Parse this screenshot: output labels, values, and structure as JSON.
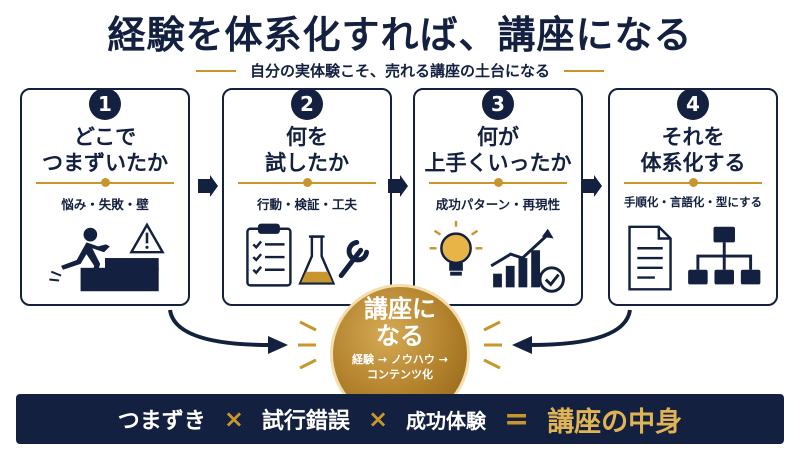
{
  "title": "経験を体系化すれば、講座になる",
  "subtitle": "自分の実体験こそ、売れる講座の土台になる",
  "steps": [
    {
      "number": "1",
      "heading_line1": "どこで",
      "heading_line2": "つまずいたか",
      "description": "悩み・失敗・壁"
    },
    {
      "number": "2",
      "heading_line1": "何を",
      "heading_line2": "試したか",
      "description": "行動・検証・工夫"
    },
    {
      "number": "3",
      "heading_line1": "何が",
      "heading_line2": "上手くいったか",
      "description": "成功パターン・再現性"
    },
    {
      "number": "4",
      "heading_line1": "それを",
      "heading_line2": "体系化する",
      "description": "手順化・言語化・型にする"
    }
  ],
  "center_badge": {
    "line1": "講座に",
    "line2": "なる",
    "sub_line1": "経験 → ノウハウ →",
    "sub_line2": "コンテンツ化"
  },
  "formula": {
    "term1": "つまずき",
    "op1": "×",
    "term2": "試行錯誤",
    "op2": "×",
    "term3": "成功体験",
    "equals": "=",
    "result": "講座の中身"
  },
  "icons": [
    "stumbling-person-icon",
    "warning-icon",
    "checklist-clipboard-icon",
    "flask-icon",
    "wrench-icon",
    "lightbulb-icon",
    "growth-chart-icon",
    "check-circle-icon",
    "document-icon",
    "hierarchy-icon"
  ],
  "colors": {
    "navy": "#13203f",
    "gold": "#c9962e"
  }
}
